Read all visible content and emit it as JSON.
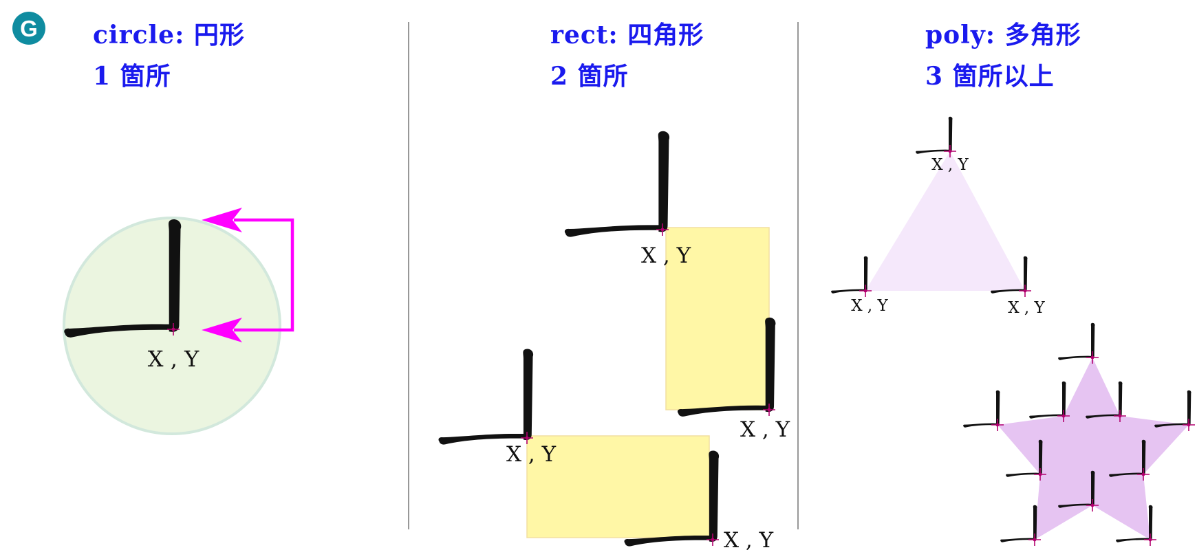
{
  "logo_letter": "G",
  "colors": {
    "heading": "#1a1aee",
    "logo_bg": "#0f8ca0",
    "circle_fill": "#ebf5e0",
    "circle_stroke": "#d2e8dc",
    "rect_fill": "#fff7a6",
    "triangle_fill": "#f5e8fb",
    "star_fill": "#e6c4f2",
    "arrow": "#ff00ff",
    "divider": "#777777",
    "crosshair": "#b2006e"
  },
  "sections": [
    {
      "title": "circle: 円形",
      "subtitle": "1 箇所"
    },
    {
      "title": "rect: 四角形",
      "subtitle": "2 箇所"
    },
    {
      "title": "poly: 多角形",
      "subtitle": "3 箇所以上"
    }
  ],
  "point_label": "X , Y",
  "icons": {
    "corner_stroke": "calligraphy-corner-icon",
    "crosshair": "crosshair-icon",
    "arrow": "magenta-arrow-icon"
  }
}
